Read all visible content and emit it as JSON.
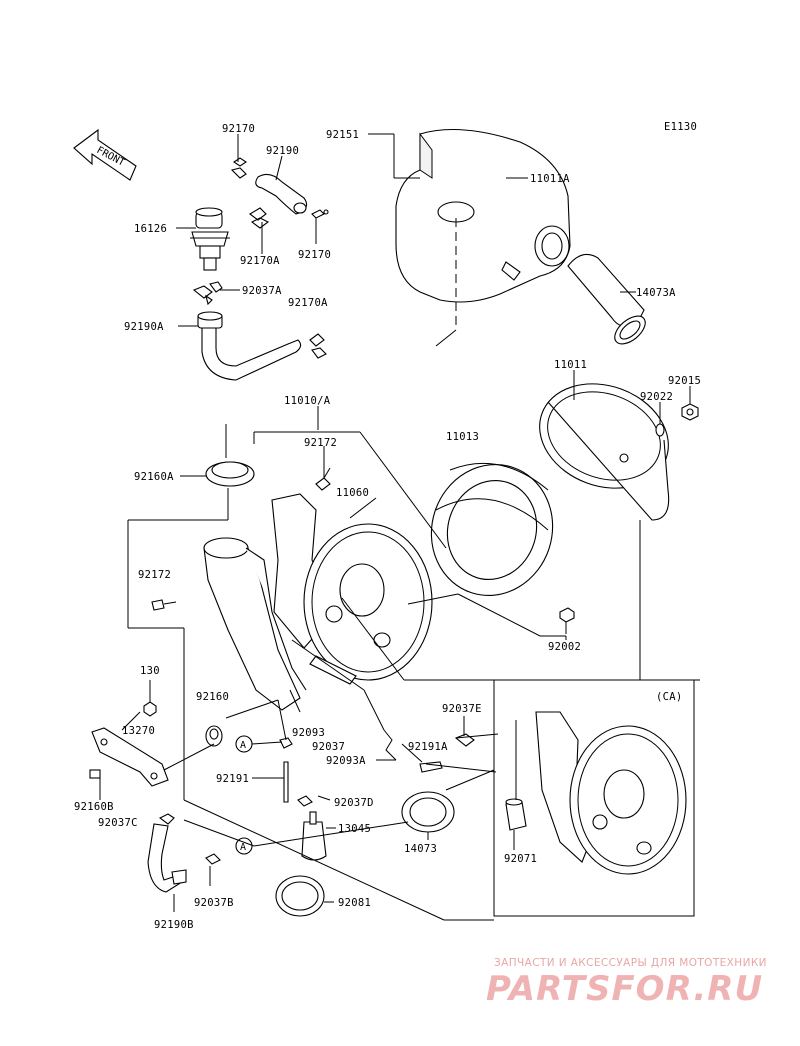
{
  "diagram_code": "E1130",
  "front_label": "FRONT",
  "variant_label": "(CA)",
  "callout_a": "A",
  "labels": {
    "p92170_1": "92170",
    "p92190": "92190",
    "p92151": "92151",
    "p11011A": "11011A",
    "p16126": "16126",
    "p92170A_1": "92170A",
    "p92170_2": "92170",
    "p92037A": "92037A",
    "p92170A_2": "92170A",
    "p92190A": "92190A",
    "p14073A": "14073A",
    "p11011": "11011",
    "p92015": "92015",
    "p92022": "92022",
    "p11010A": "11010/A",
    "p92172_1": "92172",
    "p11013": "11013",
    "p92160A": "92160A",
    "p11060": "11060",
    "p92172_2": "92172",
    "p92002": "92002",
    "p130": "130",
    "p92160": "92160",
    "p13270": "13270",
    "p92093": "92093",
    "p92037E": "92037E",
    "p92037": "92037",
    "p92191A": "92191A",
    "p92093A": "92093A",
    "p92160B": "92160B",
    "p92191": "92191",
    "p92037D": "92037D",
    "p92037C": "92037C",
    "p13045": "13045",
    "p92071": "92071",
    "p14073": "14073",
    "p92037B": "92037B",
    "p92081": "92081",
    "p92190B": "92190B"
  },
  "watermark": {
    "tagline": "ЗАПЧАСТИ И АКСЕССУАРЫ ДЛЯ МОТОТЕХНИКИ",
    "brand": "PARTSFOR.RU"
  }
}
